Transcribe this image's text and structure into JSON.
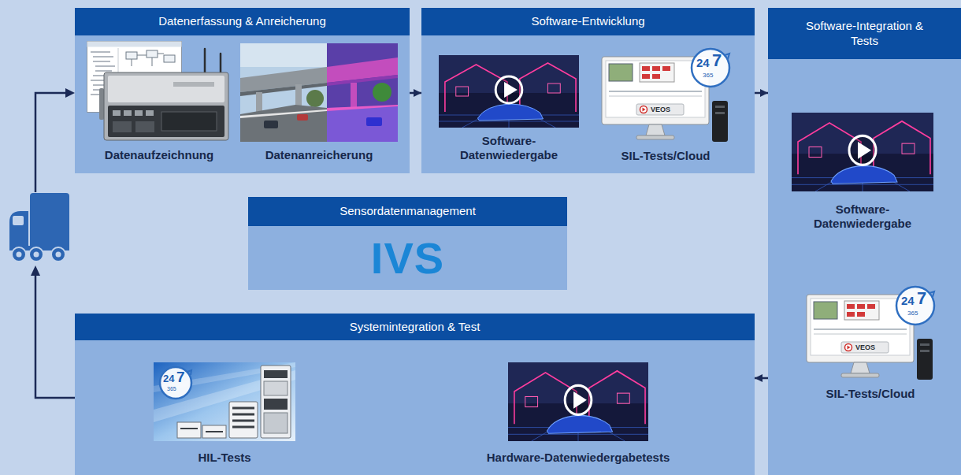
{
  "diagram": {
    "nodes": [
      {
        "text": [
          "Datenerfassung & Anreicherung"
        ]
      },
      {
        "text": [
          "Datenaufzeichnung"
        ],
        "in": 0
      },
      {
        "text": [
          "Datenanreicherung"
        ],
        "in": 0
      },
      {
        "text": [
          "Software-Entwicklung"
        ]
      },
      {
        "text": [
          "Software- Datenwiedergabe"
        ],
        "in": 3
      },
      {
        "text": [
          "SIL-Tests/Cloud"
        ],
        "in": 3
      },
      {
        "text": [
          "Software-Integration & Tests"
        ]
      },
      {
        "text": [
          "Software- Datenwiedergabe"
        ],
        "in": 6
      },
      {
        "text": [
          "SIL-Tests/Cloud"
        ],
        "in": 6
      },
      {
        "text": [
          "Sensordatenmanagement",
          "IVS"
        ]
      },
      {
        "text": [
          "Systemintegration & Test"
        ]
      },
      {
        "text": [
          "HIL-Tests"
        ],
        "in": 10
      },
      {
        "text": [
          "Hardware-Datenwiedergabetests"
        ],
        "in": 10
      }
    ],
    "edges": [
      {
        "from": 0,
        "to": 3,
        "arrow": "to"
      },
      {
        "from": 3,
        "to": 6,
        "arrow": "to"
      },
      {
        "from": 6,
        "to": 10,
        "arrow": "to"
      }
    ],
    "labels": [
      "24",
      "7",
      "365",
      "VEOS",
      "24",
      "7",
      "365",
      "VEOS",
      "24",
      "7",
      "365"
    ]
  }
}
